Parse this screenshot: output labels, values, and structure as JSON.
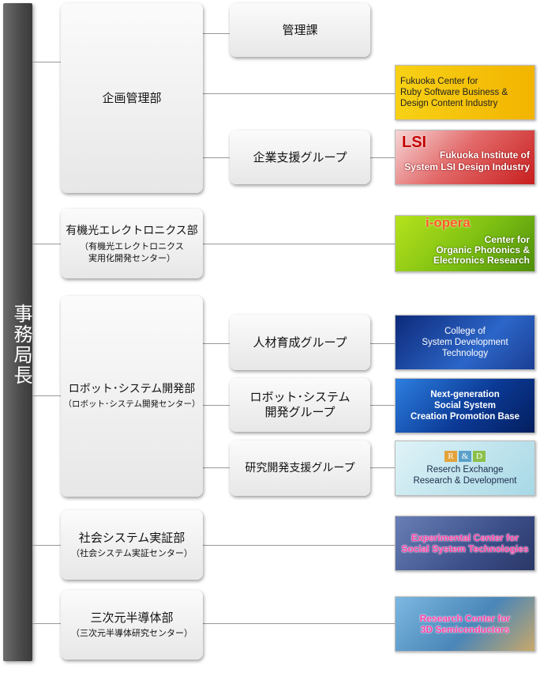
{
  "sidebar": {
    "label": "事務局長"
  },
  "departments": {
    "kikaku": {
      "main": "企画管理部"
    },
    "yuki": {
      "main": "有機光エレクトロニクス部",
      "sub": "（有機光エレクトロニクス\n実用化開発センター）"
    },
    "robot": {
      "main": "ロボット･システム開発部",
      "sub": "（ロボット･システム開発センター）"
    },
    "shakai": {
      "main": "社会システム実証部",
      "sub": "（社会システム実証センター）"
    },
    "sanjigen": {
      "main": "三次元半導体部",
      "sub": "（三次元半導体研究センター）"
    }
  },
  "sections": {
    "kanri": "管理課",
    "kigyo": "企業支援グループ",
    "jinzai": "人材育成グループ",
    "robot_kaihatsu": "ロボット･システム\n開発グループ",
    "kenkyu": "研究開発支援グループ"
  },
  "banners": {
    "ruby": "Fukuoka Center for\nRuby Software Business &\nDesign Content Industry",
    "lsi": "Fukuoka Institute of\nSystem LSI Design Industry",
    "lsi_logo": "LSI",
    "iopera": "Center for\nOrganic Photonics &\nElectronics Research",
    "iopera_logo": "i-opera",
    "college": "College of\nSystem Development\nTechnology",
    "nextgen": "Next-generation\nSocial System\nCreation Promotion Base",
    "rd": "Reserch Exchange\nResearch & Development",
    "rd_badges": [
      "R",
      "&",
      "D"
    ],
    "exp": "Experimental Center for\nSocial System Technologies",
    "semi": "Research Center for\n3D Semiconductors"
  },
  "colors": {
    "sidebar": "#4a4a4a",
    "connector": "#999999",
    "box_top": "#fbfbfb",
    "box_bottom": "#e7e7e7"
  }
}
